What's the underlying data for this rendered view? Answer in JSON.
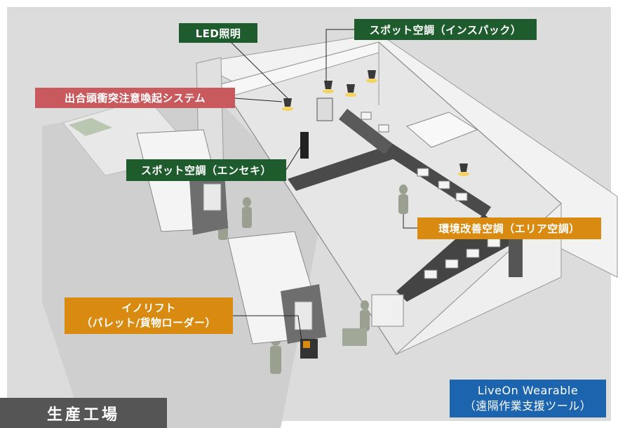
{
  "labels": {
    "led": "LED照明",
    "spot_inspack": "スポット空調（インスパック）",
    "collision": "出合頭衝突注意喚起システム",
    "spot_ensekki": "スポット空調（エンセキ）",
    "area_ac": "環境改善空調（エリア空調）",
    "innolift_1": "イノリフト",
    "innolift_2": "（パレット/貨物ローダー）",
    "liveon_1": "LiveOn Wearable",
    "liveon_2": "（遠隔作業支援ツール）",
    "factory": "生産工場"
  },
  "colors": {
    "green": "#1e5c2e",
    "red": "#c85a5e",
    "orange": "#d98a10",
    "blue": "#1c65ae",
    "dark": "#555555"
  }
}
